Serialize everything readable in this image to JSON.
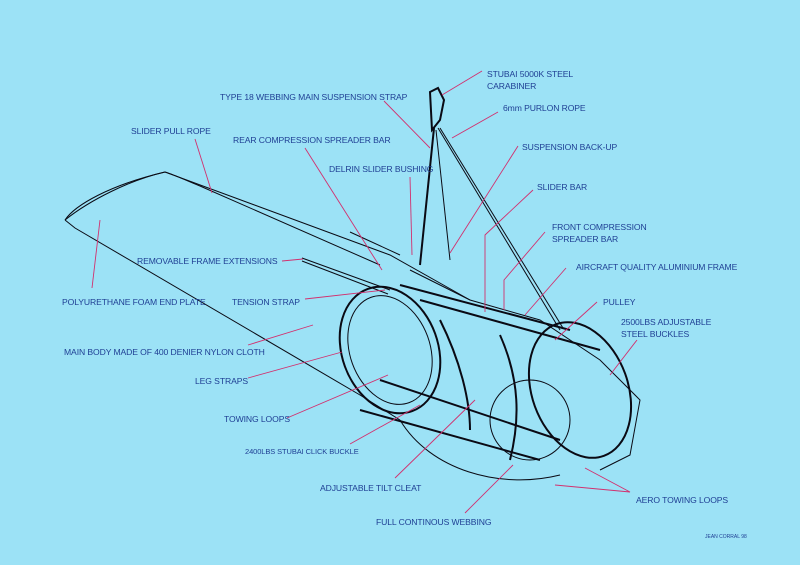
{
  "diagram": {
    "labels": {
      "carabiner_1": "STUBAI 5000K STEEL",
      "carabiner_2": "CARABINER",
      "main_strap": "TYPE 18 WEBBING MAIN SUSPENSION STRAP",
      "purlon_rope": "6mm PURLON ROPE",
      "slider_pull_rope": "SLIDER PULL ROPE",
      "rear_spreader": "REAR COMPRESSION  SPREADER BAR",
      "suspension_backup": "SUSPENSION BACK-UP",
      "delrin_bushing": "DELRIN SLIDER BUSHING",
      "slider_bar": "SLIDER BAR",
      "front_spreader_1": "FRONT COMPRESSION",
      "front_spreader_2": "SPREADER BAR",
      "frame_extensions": "REMOVABLE FRAME EXTENSIONS",
      "aluminium_frame": "AIRCRAFT QUALITY ALUMINIUM FRAME",
      "end_plate": "POLYURETHANE FOAM END PLATE",
      "tension_strap": "TENSION STRAP",
      "pulley": "PULLEY",
      "buckles_1": "2500LBS ADJUSTABLE",
      "buckles_2": "STEEL BUCKLES",
      "main_body": "MAIN BODY MADE OF 400 DENIER NYLON CLOTH",
      "leg_straps": "LEG STRAPS",
      "towing_loops": "TOWING LOOPS",
      "click_buckle": "2400LBS STUBAI  CLICK BUCKLE",
      "tilt_cleat": "ADJUSTABLE TILT CLEAT",
      "aero_towing_loops": "AERO TOWING  LOOPS",
      "webbing": "FULL CONTINOUS WEBBING"
    },
    "signature": "JEAN CORRAL 98"
  }
}
